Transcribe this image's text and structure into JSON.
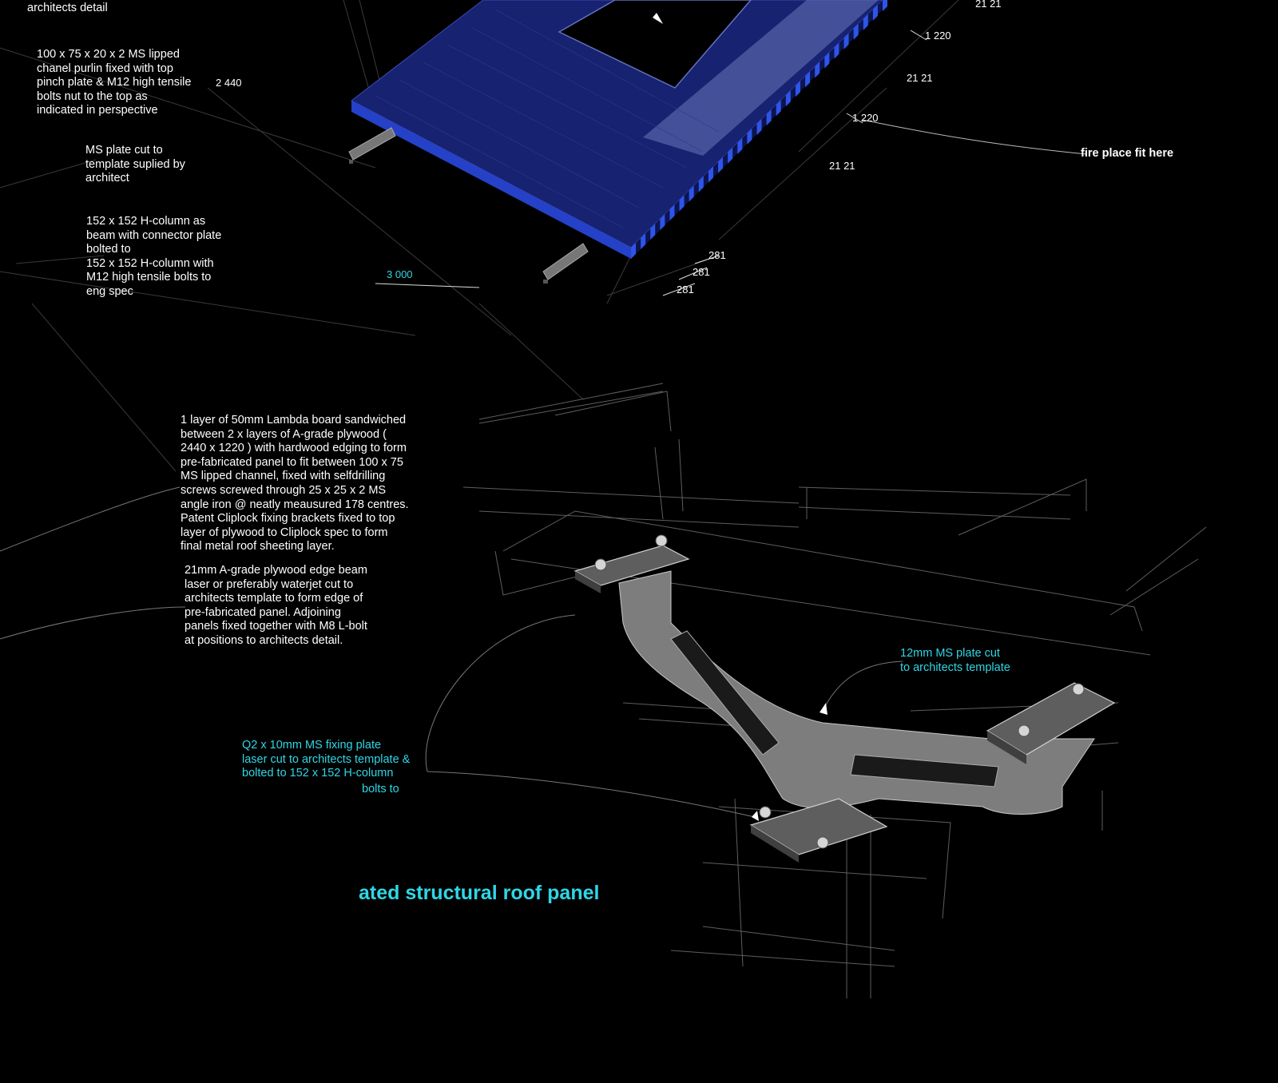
{
  "colors": {
    "background": "#000000",
    "annotation_white": "#ffffff",
    "annotation_cyan": "#2fd6e6",
    "panel_blue": "#1d2d8c",
    "rib_blue": "#2e55e8",
    "steel_grey": "#8a8a8a"
  },
  "notes": {
    "architects_detail": "architects detail",
    "purlin": "100 x 75 x 20 x 2 MS lipped\nchanel purlin fixed with top\npinch plate & M12 high tensile\nbolts nut to the top as\nindicated in perspective",
    "ms_plate": " MS plate cut to\ntemplate suplied by\narchitect",
    "h_column": "152 x 152 H-column as\nbeam with connector plate\nbolted to\n152 x 152 H-column with\nM12 high tensile bolts to\neng spec",
    "lambda_board": "1 layer of 50mm Lambda board sandwiched\nbetween 2 x layers of A-grade plywood (\n2440 x 1220 ) with hardwood edging to form\npre-fabricated panel to fit between 100 x 75\nMS lipped channel, fixed with selfdrilling\nscrews screwed through 25 x 25 x 2 MS\nangle iron @ neatly meausured 178 centres.\nPatent Cliplock fixing brackets fixed to top\nlayer of plywood to Cliplock spec to form\nfinal metal roof sheeting layer.",
    "plywood_edge": "21mm A-grade plywood edge beam\nlaser or preferably waterjet cut to\narchitects template to form edge of\npre-fabricated panel. Adjoining\npanels fixed together with M8 L-bolt\nat positions to architects detail.",
    "ms_plate_12mm": "12mm MS plate cut\nto architects template",
    "fixing_plate": "Q2 x 10mm  MS fixing plate\nlaser cut to architects template &\nbolted to 152 x 152 H-column",
    "bolts_to": "bolts to",
    "fire_place": "fire place fit here"
  },
  "dimensions": {
    "d_2440": "2 440",
    "d_3000": "3 000",
    "d_1220_a": "1 220",
    "d_1220_b": "1 220",
    "d_2121_top": "21 21",
    "d_2121_a": "21 21",
    "d_2121_b": "21 21",
    "d_281_a": "281",
    "d_281_b": "281",
    "d_281_c": "281"
  },
  "title": "ated structural roof panel"
}
